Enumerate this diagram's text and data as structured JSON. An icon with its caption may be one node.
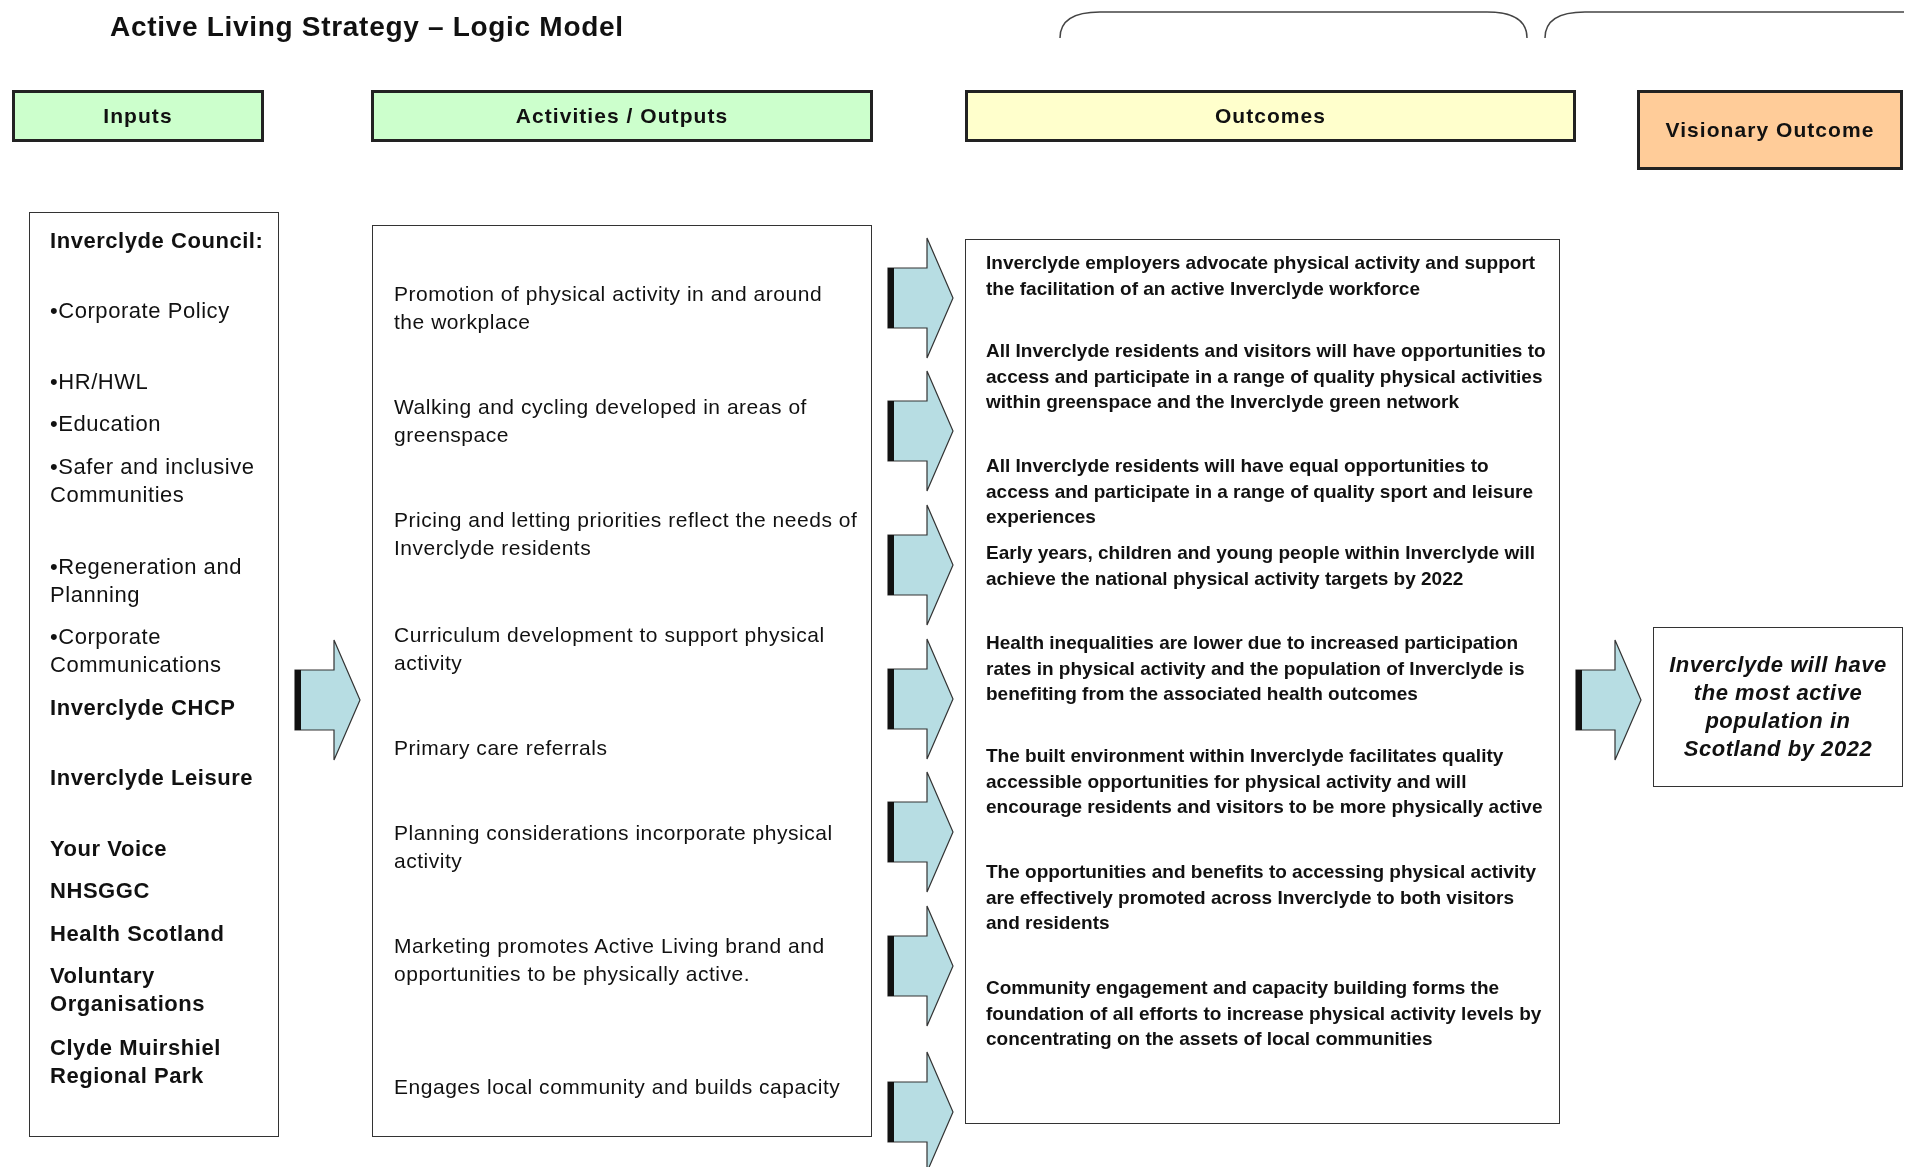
{
  "diagram": {
    "title": "Active Living Strategy – Logic Model",
    "nodes": [
      {
        "text": [
          "Inputs"
        ]
      },
      {
        "text": [
          "Activities / Outputs"
        ]
      },
      {
        "text": [
          "Outcomes"
        ]
      },
      {
        "text": [
          "Visionary Outcome"
        ]
      },
      {
        "text": [
          "Inverclyde Council:",
          "•Corporate Policy",
          "•HR/HWL",
          "•Education",
          "•Safer and inclusive Communities",
          "•Regeneration and Planning",
          "•Corporate Communications",
          "Inverclyde CHCP",
          "Inverclyde Leisure",
          "Your Voice",
          "NHSGGC",
          "Health Scotland",
          "Voluntary Organisations",
          "Clyde Muirshiel Regional Park"
        ]
      },
      {
        "text": [
          "Promotion of physical activity in and around the workplace",
          "Walking and cycling developed in areas of greenspace",
          "Pricing and letting priorities reflect the needs of Inverclyde residents",
          "Curriculum development to support physical activity",
          "Primary care referrals",
          "Planning considerations incorporate physical activity",
          "Marketing promotes Active Living brand and opportunities to be physically active.",
          "Engages local community and builds capacity"
        ]
      },
      {
        "text": [
          "Inverclyde employers advocate physical activity and support the facilitation of an active Inverclyde workforce",
          "All Inverclyde residents and visitors will have opportunities to access and participate in a range of quality physical activities within greenspace and the Inverclyde green network",
          "All Inverclyde residents will have equal opportunities to access and participate in a range of quality sport and leisure experiences",
          "Early years, children and young people within Inverclyde will achieve the national physical activity targets by 2022",
          "Health inequalities are lower due to increased participation rates in physical activity and the population of Inverclyde is benefiting from the associated health outcomes",
          "The built environment within Inverclyde facilitates quality accessible opportunities for physical activity and will encourage residents and visitors to be more physically active",
          "The opportunities and benefits to accessing physical activity are effectively promoted across Inverclyde to both visitors and residents",
          "Community engagement and capacity building forms the foundation of all efforts to increase physical activity levels by concentrating on the assets of local communities"
        ]
      },
      {
        "text": [
          "Inverclyde will have the most active population in Scotland by 2022"
        ]
      }
    ],
    "edges": [
      {
        "from": 4,
        "to": 5,
        "arrow": "to"
      },
      {
        "from": 5,
        "to": 6,
        "arrow": "to"
      },
      {
        "from": 5,
        "to": 6,
        "arrow": "to"
      },
      {
        "from": 5,
        "to": 6,
        "arrow": "to"
      },
      {
        "from": 5,
        "to": 6,
        "arrow": "to"
      },
      {
        "from": 5,
        "to": 6,
        "arrow": "to"
      },
      {
        "from": 5,
        "to": 6,
        "arrow": "to"
      },
      {
        "from": 5,
        "to": 6,
        "arrow": "to"
      },
      {
        "from": 6,
        "to": 7,
        "arrow": "to"
      }
    ]
  }
}
